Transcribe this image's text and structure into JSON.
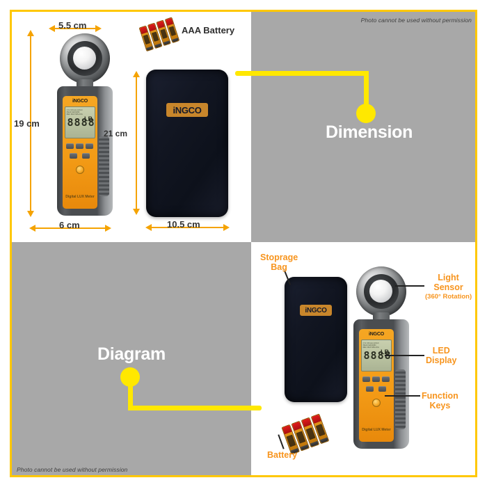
{
  "theme": {
    "frame_color": "#FFC800",
    "connector_color": "#FFE800",
    "panel_gray": "#a8a8a8",
    "callout_orange": "#F7941D",
    "dimension_orange": "#F5A300",
    "brand_orange": "#F5A623"
  },
  "watermark": {
    "top_right": "Photo cannot be used without permission",
    "bottom_left": "Photo cannot be used without permission"
  },
  "panels": {
    "dimension": {
      "title": "Dimension",
      "dot_icon": "connector-dot-icon"
    },
    "diagram": {
      "title": "Diagram",
      "dot_icon": "connector-dot-icon"
    }
  },
  "dimensions": {
    "meter_width": "5.5 cm",
    "meter_height": "19 cm",
    "meter_base_width": "6 cm",
    "bag_height": "21 cm",
    "bag_width": "10.5 cm",
    "battery_label": "AAA Battery"
  },
  "callouts": [
    {
      "id": "storage-bag",
      "label": "Stoprage",
      "label2": "Bag",
      "sub": ""
    },
    {
      "id": "light-sensor",
      "label": "Light",
      "label2": "Sensor",
      "sub": "(360° Rotation)"
    },
    {
      "id": "led-display",
      "label": "LED",
      "label2": "Display",
      "sub": ""
    },
    {
      "id": "function-keys",
      "label": "Function",
      "label2": "Keys",
      "sub": ""
    },
    {
      "id": "battery",
      "label": "Battery",
      "label2": "",
      "sub": ""
    }
  ],
  "product": {
    "brand": "iNGCO",
    "model_text": "Digital LUX Meter",
    "lcd_value": "8888",
    "lcd_unit": "LB",
    "lcd_small_lines": "O.S  CR  Auto  HOLD\nPEAK  MAX/MIN\nREC  MAX  MIN  AVG",
    "pouch_logo": "iNGCO"
  }
}
